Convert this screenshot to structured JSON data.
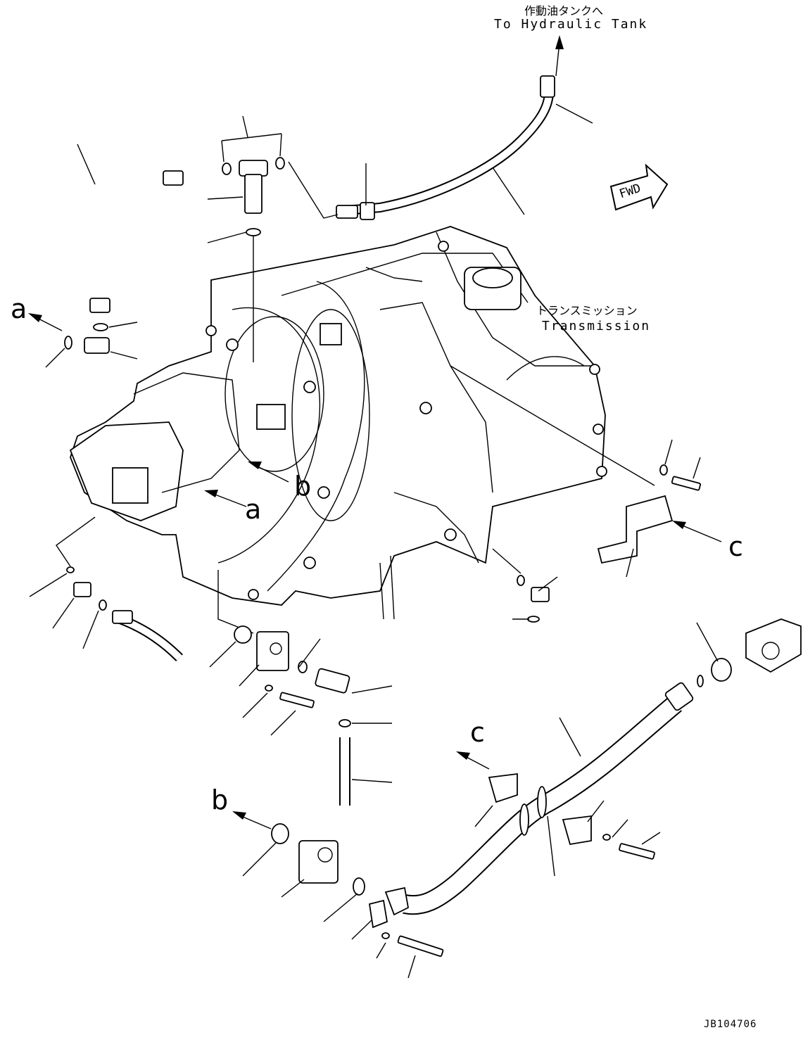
{
  "labels": {
    "tank_jp": "作動油タンクへ",
    "tank_en": "To Hydraulic Tank",
    "transmission_jp": "トランスミッション",
    "transmission_en": "Transmission",
    "fwd": "FWD",
    "drawing_no": "JB104706"
  },
  "callouts": {
    "a_left": "a",
    "a_center": "a",
    "b_center": "b",
    "b_left": "b",
    "c_right": "c",
    "c_lower": "c"
  }
}
